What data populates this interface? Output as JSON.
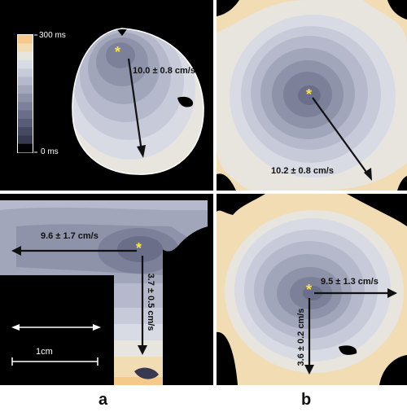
{
  "figure": {
    "panel_labels": [
      "a",
      "b"
    ],
    "colorbar": {
      "max_label": "300 ms",
      "min_label": "0 ms",
      "colors": [
        "#f4c98a",
        "#f1dcb4",
        "#e7e5de",
        "#d8dbe4",
        "#c7cbd9",
        "#b5b9cb",
        "#a2a6bb",
        "#8f93aa",
        "#7c8099",
        "#6a6e88",
        "#585c76",
        "#474a63",
        "#36394f",
        "#000000"
      ]
    },
    "panels": {
      "a_top": {
        "velocity": "10.0 ± 0.8 cm/s"
      },
      "b_top": {
        "velocity": "10.2 ± 0.8 cm/s"
      },
      "a_bottom": {
        "velocity_horizontal": "9.6 ± 1.7 cm/s",
        "velocity_vertical": "3.7 ± 0.5 cm/s",
        "scale_label": "1cm"
      },
      "b_bottom": {
        "velocity_horizontal": "9.5 ± 1.3 cm/s",
        "velocity_vertical": "3.6 ± 0.2 cm/s"
      }
    },
    "marker_symbol": "*",
    "marker_color": "#ffe24a"
  }
}
